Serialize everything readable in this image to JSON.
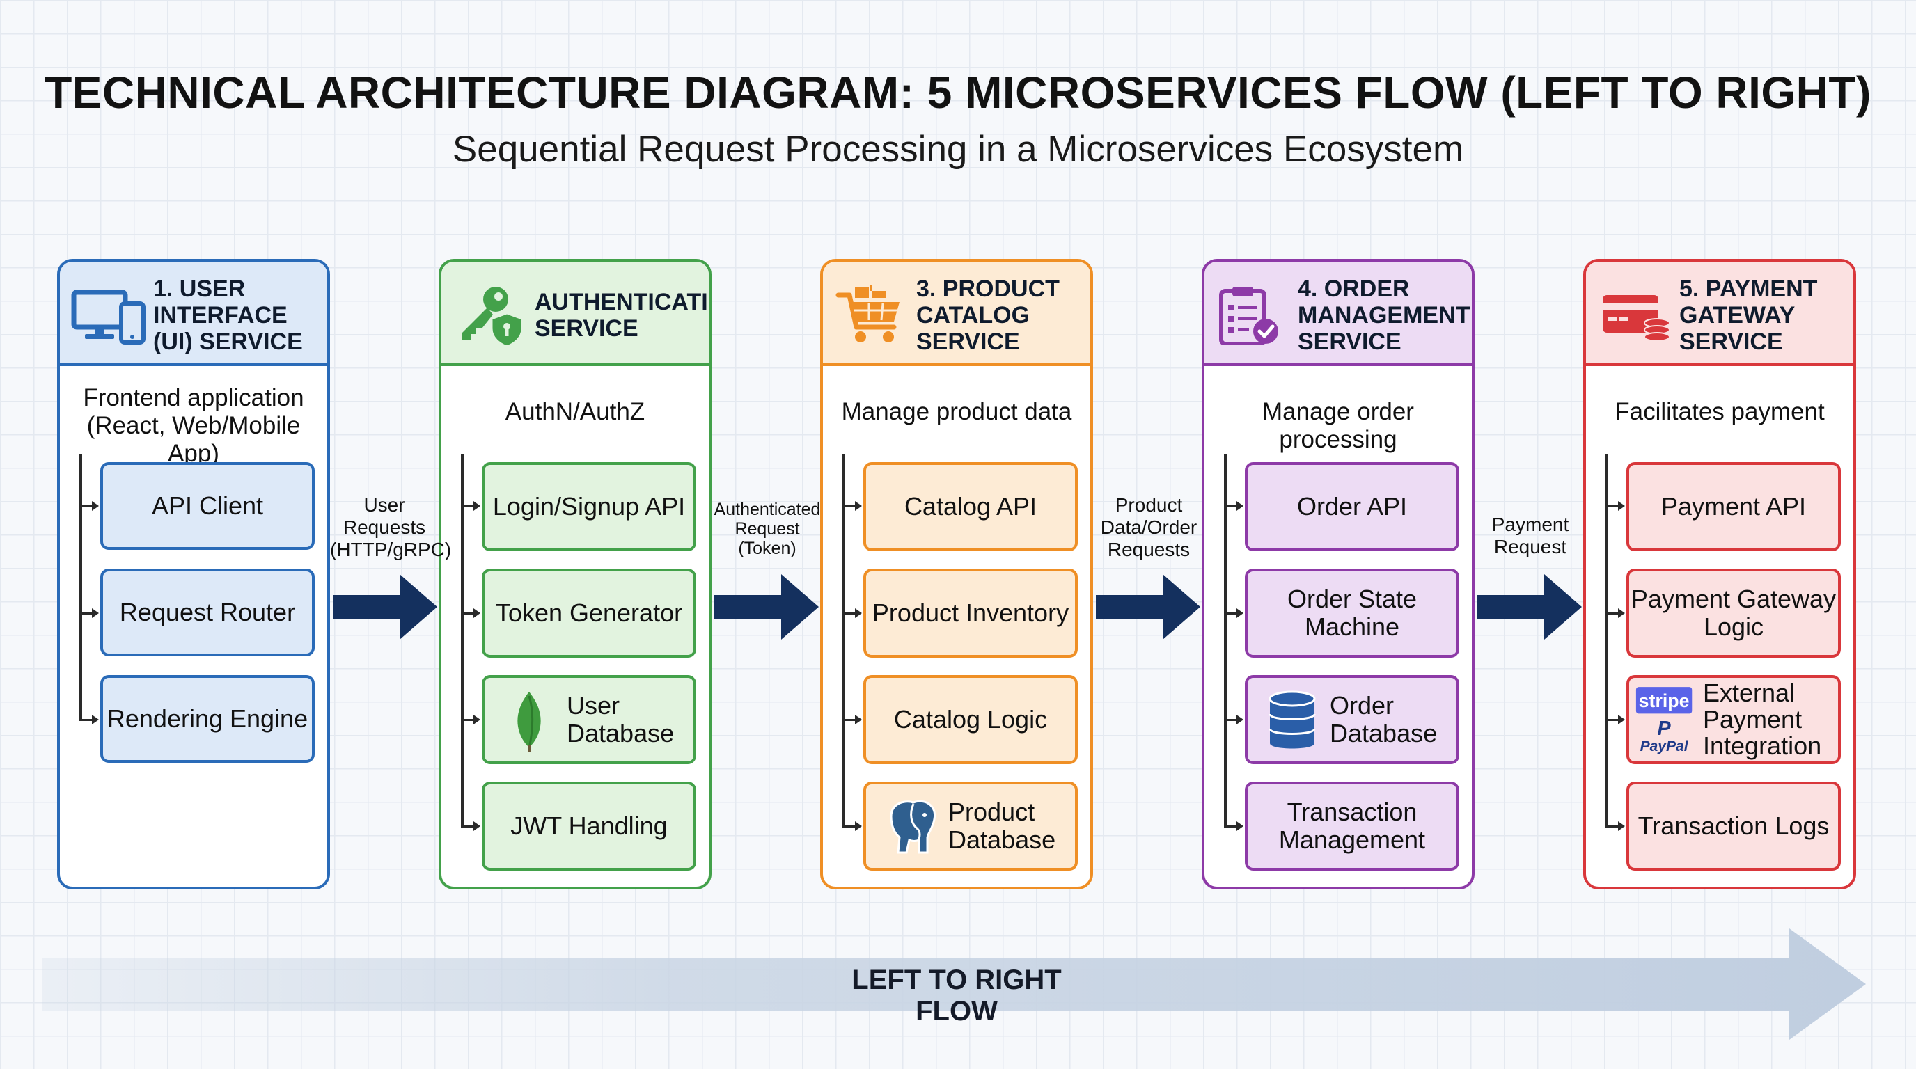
{
  "title": "TECHNICAL ARCHITECTURE DIAGRAM: 5 MICROSERVICES FLOW (LEFT TO RIGHT)",
  "subtitle": "Sequential Request Processing in a Microservices Ecosystem",
  "colors": {
    "ui": {
      "border": "#2a6bb8",
      "header": "#dde9f8",
      "comp": "#dde9f8"
    },
    "auth": {
      "border": "#43a14a",
      "header": "#e2f3df",
      "comp": "#e2f3df"
    },
    "catalog": {
      "border": "#ef8f25",
      "header": "#fdebd5",
      "comp": "#fdebd5"
    },
    "order": {
      "border": "#8d3aa7",
      "header": "#eddcf4",
      "comp": "#eddcf4"
    },
    "payment": {
      "border": "#d9373b",
      "header": "#fbe1e1",
      "comp": "#fbe1e1"
    },
    "arrow": "#14305e",
    "flow_arrow": "#c9d5e4"
  },
  "services": [
    {
      "title": "1. USER\nINTERFACE\n(UI) SERVICE",
      "icon": "desktop-mobile-icon",
      "description": "Frontend application\n(React, Web/Mobile App)",
      "components": [
        "API Client",
        "Request Router",
        "Rendering Engine"
      ]
    },
    {
      "title": "AUTHENTICATION\nSERVICE",
      "icon": "key-shield-icon",
      "description": "AuthN/AuthZ",
      "components": [
        "Login/Signup API",
        "Token Generator",
        "User\nDatabase",
        "JWT Handling"
      ],
      "component_icons": [
        "",
        "",
        "mongodb-leaf-icon",
        ""
      ]
    },
    {
      "title": "3. PRODUCT\nCATALOG\nSERVICE",
      "icon": "shopping-cart-icon",
      "description": "Manage product data",
      "components": [
        "Catalog API",
        "Product Inventory",
        "Catalog Logic",
        "Product\nDatabase"
      ],
      "component_icons": [
        "",
        "",
        "",
        "postgresql-elephant-icon"
      ]
    },
    {
      "title": "4. ORDER\nMANAGEMENT\nSERVICE",
      "icon": "clipboard-check-icon",
      "description": "Manage order processing",
      "components": [
        "Order API",
        "Order State\nMachine",
        "Order\nDatabase",
        "Transaction\nManagement"
      ],
      "component_icons": [
        "",
        "",
        "database-cylinder-icon",
        ""
      ]
    },
    {
      "title": "5. PAYMENT\nGATEWAY\nSERVICE",
      "icon": "credit-card-icon",
      "description": "Facilitates payment",
      "components": [
        "Payment API",
        "Payment Gateway\nLogic",
        "External\nPayment\nIntegration",
        "Transaction Logs"
      ],
      "component_icons": [
        "",
        "",
        "stripe-paypal-icon",
        ""
      ],
      "brand_labels": [
        "stripe",
        "PayPal"
      ]
    }
  ],
  "connections": [
    "User\nRequests\n(HTTP/gRPC)",
    "Authenticated\nRequest\n(Token)",
    "Product\nData/Order\nRequests",
    "Payment\nRequest"
  ],
  "flow_label": "LEFT TO RIGHT FLOW"
}
